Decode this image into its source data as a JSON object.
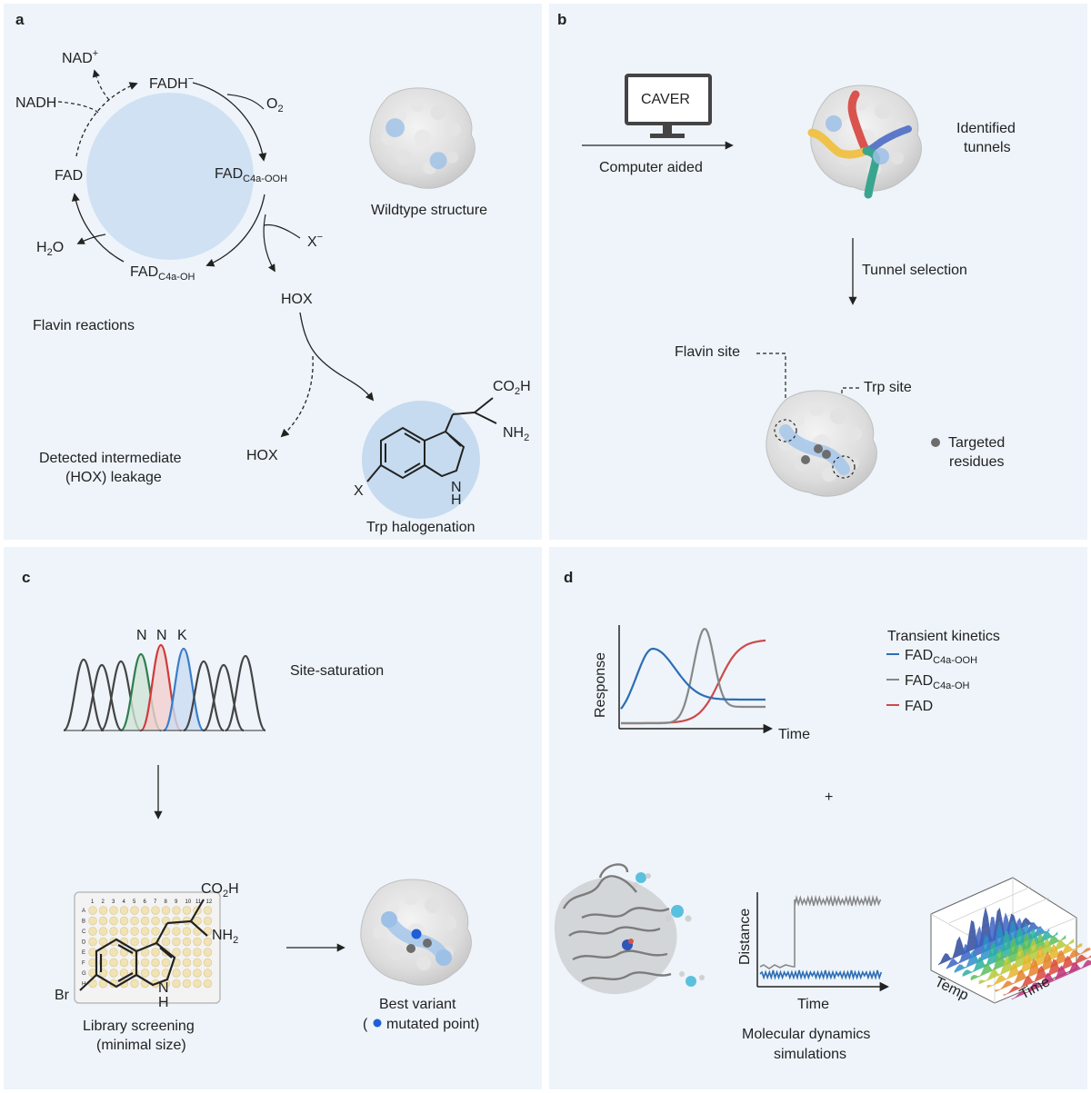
{
  "panels": {
    "a": {
      "letter": "a",
      "nad_plus": "NAD",
      "nad_plus_sup": "+",
      "nadh": "NADH",
      "fadh": "FADH",
      "fadh_sup": "−",
      "o2": "O",
      "o2_sub": "2",
      "fad_ooh": "FAD",
      "fad_ooh_sub": "C4a-OOH",
      "fad": "FAD",
      "x_minus": "X",
      "x_sup": "−",
      "h2o_h": "H",
      "h2o_sub": "2",
      "h2o_o": "O",
      "fad_oh": "FAD",
      "fad_oh_sub": "C4a-OH",
      "hox_top": "HOX",
      "flavin_reactions": "Flavin reactions",
      "wildtype": "Wildtype structure",
      "co2h": "CO",
      "co2h_sub": "2",
      "co2h_h": "H",
      "nh2": "NH",
      "nh2_sub": "2",
      "x_sub": "X",
      "nh_n": "N",
      "nh_h": "H",
      "leak_line1": "Detected intermediate",
      "leak_line2": "(HOX) leakage",
      "hox_leak": "HOX",
      "trp_halo": "Trp halogenation"
    },
    "b": {
      "letter": "b",
      "caver": "CAVER",
      "computer_aided": "Computer aided",
      "identified_1": "Identified",
      "identified_2": "tunnels",
      "tunnel_selection": "Tunnel selection",
      "flavin_site": "Flavin site",
      "trp_site": "Trp site",
      "targeted_1": "Targeted",
      "targeted_2": "residues"
    },
    "c": {
      "letter": "c",
      "nnk": [
        "N",
        "N",
        "K"
      ],
      "site_saturation": "Site-saturation",
      "co2h": "CO",
      "co2h_sub": "2",
      "co2h_h": "H",
      "nh2": "NH",
      "nh2_sub": "2",
      "br": "Br",
      "nh_n": "N",
      "nh_h": "H",
      "plate_cols": [
        "1",
        "2",
        "3",
        "4",
        "5",
        "6",
        "7",
        "8",
        "9",
        "10",
        "11",
        "12"
      ],
      "plate_rows": [
        "A",
        "B",
        "C",
        "D",
        "E",
        "F",
        "G",
        "H"
      ],
      "lib_1": "Library screening",
      "lib_2": "(minimal size)",
      "best_1": "Best variant",
      "best_2_pre": "(",
      "best_2_post": "mutated point)"
    },
    "d": {
      "letter": "d",
      "response": "Response",
      "time": "Time",
      "legend_title": "Transient kinetics",
      "legend": [
        {
          "name": "FAD",
          "sub": "C4a-OOH",
          "color": "#2d6db3"
        },
        {
          "name": "FAD",
          "sub": "C4a-OH",
          "color": "#888888"
        },
        {
          "name": "FAD",
          "sub": "",
          "color": "#cc4a4a"
        }
      ],
      "plus": "+",
      "distance": "Distance",
      "md_time": "Time",
      "md_1": "Molecular dynamics",
      "md_2": "simulations",
      "temp": "Temp",
      "time3d": "Time"
    }
  },
  "colors": {
    "panel_bg": "#eef4fa",
    "circle_blue": "#cfe1f3",
    "tunnel_red": "#d9534f",
    "tunnel_blue": "#5b78c9",
    "tunnel_yellow": "#f0c24a",
    "tunnel_teal": "#3aa58f",
    "seq_green": "#2e7d4f",
    "seq_red": "#d03a3a",
    "seq_blue": "#3a7dc8"
  }
}
